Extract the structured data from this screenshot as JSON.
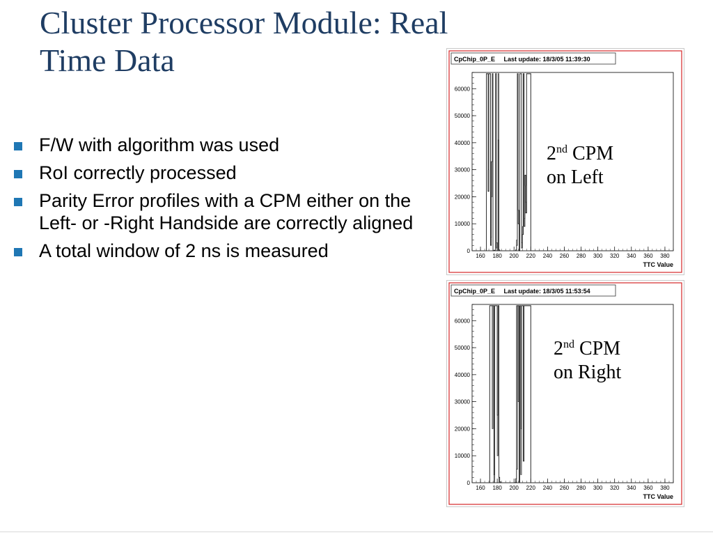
{
  "title": {
    "line1": "Cluster Processor Module: Real",
    "line2": "Time Data"
  },
  "bullets": [
    "F/W with algorithm was used",
    "RoI correctly processed",
    "Parity Error profiles with a CPM either on the Left- or -Right Handside are correctly aligned",
    "A total window of 2 ns is measured"
  ],
  "colors": {
    "title": "#1f3d63",
    "bullet_square": "#1f77b4",
    "panel_border": "#d62728"
  },
  "annotations": [
    {
      "base": "2",
      "sup": "nd",
      "rest": " CPM",
      "line2": "on Left"
    },
    {
      "base": "2",
      "sup": "nd",
      "rest": " CPM",
      "line2": "on Right"
    }
  ],
  "chart_data": [
    {
      "type": "line",
      "header": "CpChip_0P_E     Last update: 18/3/05 11:39:30",
      "xlabel": "TTC Value",
      "ylabel": "",
      "xlim": [
        150,
        390
      ],
      "ylim": [
        0,
        66000
      ],
      "xticks": [
        160,
        180,
        200,
        220,
        240,
        260,
        280,
        300,
        320,
        340,
        360,
        380
      ],
      "yticks": [
        0,
        10000,
        20000,
        30000,
        40000,
        50000,
        60000
      ],
      "x": [
        150,
        166,
        167,
        168,
        169,
        170,
        171,
        172,
        173,
        174,
        175,
        176,
        177,
        178,
        179,
        180,
        181,
        182,
        183,
        184,
        185,
        200,
        201,
        202,
        203,
        204,
        205,
        206,
        207,
        208,
        209,
        210,
        211,
        212,
        213,
        214,
        215,
        216,
        217,
        218,
        219,
        220,
        390
      ],
      "series": [
        {
          "values": [
            0,
            0,
            65536,
            65536,
            22000,
            65536,
            65536,
            2000,
            33000,
            65536,
            0,
            200,
            0,
            65536,
            3000,
            0,
            41000,
            300,
            0,
            0,
            0,
            0,
            0,
            300,
            2000,
            65536,
            10000,
            0,
            65536,
            65536,
            1000,
            6000,
            65536,
            9000,
            28000,
            14000,
            65536,
            65536,
            65536,
            65536,
            65536,
            0,
            0
          ]
        },
        {
          "values": [
            0,
            0,
            65536,
            65536,
            30000,
            65536,
            65536,
            5000,
            20000,
            65536,
            100,
            0,
            0,
            65536,
            1000,
            0,
            65536,
            100,
            0,
            0,
            0,
            0,
            0,
            0,
            4000,
            65536,
            15000,
            200,
            65536,
            65536,
            3000,
            9000,
            65536,
            12000,
            24000,
            18000,
            65536,
            65536,
            65536,
            65536,
            65536,
            0,
            0
          ]
        }
      ]
    },
    {
      "type": "line",
      "header": "CpChip_0P_E     Last update: 18/3/05 11:53:54",
      "xlabel": "TTC Value",
      "ylabel": "",
      "xlim": [
        150,
        390
      ],
      "ylim": [
        0,
        66000
      ],
      "xticks": [
        160,
        180,
        200,
        220,
        240,
        260,
        280,
        300,
        320,
        340,
        360,
        380
      ],
      "yticks": [
        0,
        10000,
        20000,
        30000,
        40000,
        50000,
        60000
      ],
      "x": [
        150,
        170,
        171,
        172,
        173,
        174,
        175,
        176,
        177,
        178,
        179,
        180,
        181,
        182,
        183,
        184,
        185,
        186,
        200,
        201,
        202,
        203,
        204,
        205,
        206,
        207,
        208,
        209,
        210,
        211,
        212,
        213,
        214,
        215,
        216,
        217,
        218,
        219,
        220,
        390
      ],
      "series": [
        {
          "values": [
            0,
            0,
            65536,
            65536,
            65536,
            65536,
            65536,
            3000,
            65536,
            65536,
            65536,
            25000,
            65536,
            2000,
            0,
            100,
            0,
            0,
            0,
            0,
            200,
            5000,
            65536,
            65536,
            0,
            65536,
            20000,
            65536,
            65536,
            8000,
            65536,
            65536,
            65536,
            65536,
            65536,
            65536,
            65536,
            65536,
            0,
            0
          ]
        },
        {
          "values": [
            0,
            0,
            65536,
            65536,
            65536,
            20000,
            65536,
            0,
            65536,
            65536,
            65536,
            10000,
            65536,
            0,
            400,
            0,
            0,
            0,
            0,
            100,
            1500,
            65536,
            65536,
            30000,
            0,
            65536,
            3000,
            65536,
            65536,
            65536,
            65536,
            65536,
            65536,
            65536,
            65536,
            65536,
            65536,
            65536,
            0,
            0
          ]
        }
      ]
    }
  ]
}
